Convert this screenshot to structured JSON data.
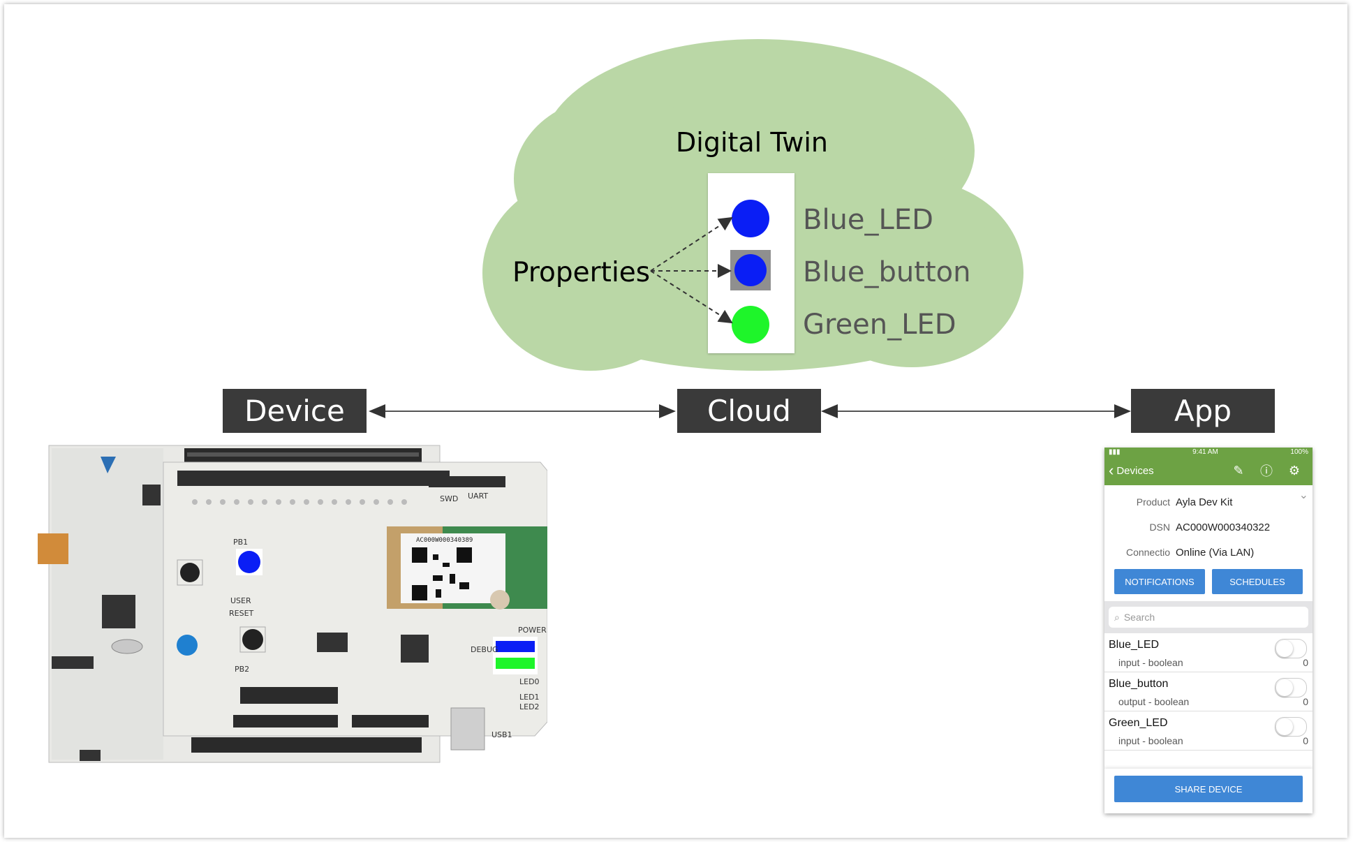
{
  "cloud": {
    "title": "Digital Twin",
    "properties_label": "Properties",
    "properties": [
      {
        "name": "Blue_LED",
        "color": "#0a1ef5"
      },
      {
        "name": "Blue_button",
        "color": "#0a1ef5"
      },
      {
        "name": "Green_LED",
        "color": "#1ef52a"
      }
    ],
    "fill_color": "#bad7a6"
  },
  "labels": {
    "device": "Device",
    "cloud": "Cloud",
    "app": "App"
  },
  "board": {
    "qr_text": "AC000W000340389",
    "silkscreen": [
      "USER",
      "RESET",
      "PB1",
      "PB2",
      "POWER",
      "SWD",
      "UART",
      "LED0",
      "LED1",
      "LED2",
      "USB1",
      "DEBUG"
    ]
  },
  "phone": {
    "status": {
      "time": "9:41 AM",
      "battery": "100%"
    },
    "nav": {
      "back_label": "Devices",
      "edit_icon": "pencil-icon",
      "info_icon": "info-icon",
      "settings_icon": "gear-icon"
    },
    "info": [
      {
        "key": "Product",
        "value": "Ayla Dev Kit"
      },
      {
        "key": "DSN",
        "value": "AC000W000340322"
      },
      {
        "key": "Connectio",
        "value": "Online (Via LAN)"
      }
    ],
    "buttons": {
      "notifications": "NOTIFICATIONS",
      "schedules": "SCHEDULES"
    },
    "search_placeholder": "Search",
    "items": [
      {
        "name": "Blue_LED",
        "sub": "input - boolean",
        "value": "0",
        "on": false
      },
      {
        "name": "Blue_button",
        "sub": "output - boolean",
        "value": "0",
        "on": false
      },
      {
        "name": "Green_LED",
        "sub": "input - boolean",
        "value": "0",
        "on": false
      }
    ],
    "share_label": "SHARE DEVICE",
    "accent_color": "#6da244",
    "button_color": "#3f87d6"
  }
}
